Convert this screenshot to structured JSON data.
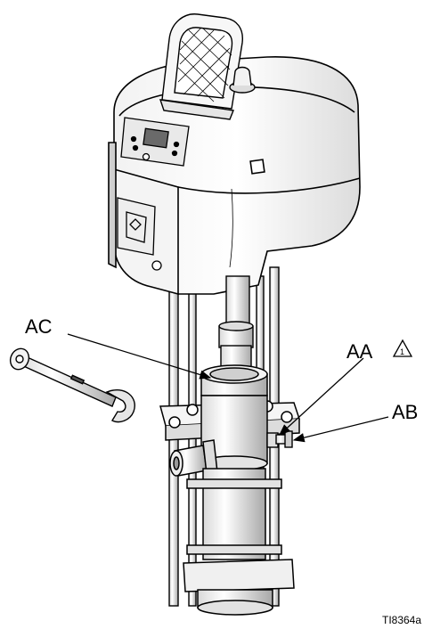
{
  "callouts": {
    "ac": "AC",
    "aa": "AA",
    "ab": "AB",
    "warning_number": "1"
  },
  "figure_id": "TI8364a",
  "colors": {
    "line": "#000000",
    "fill": "#ffffff",
    "shade": "#e6e6e6",
    "dark": "#8a8a8a"
  }
}
